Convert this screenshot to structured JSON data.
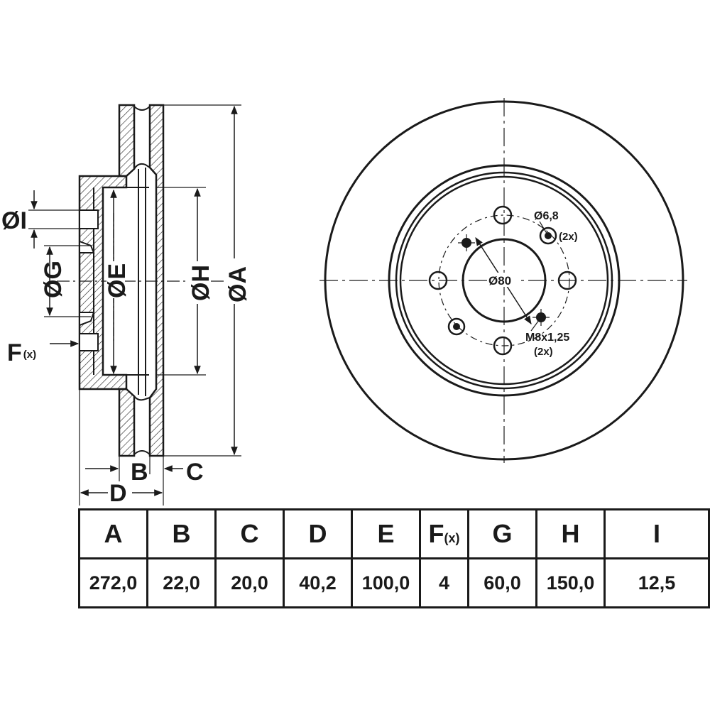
{
  "side_view_labels": {
    "dia_i": "ØI",
    "dia_g": "ØG",
    "dia_e": "ØE",
    "dia_h": "ØH",
    "dia_a": "ØA",
    "f_main": "F",
    "f_sub": "(x)",
    "b": "B",
    "c": "C",
    "d": "D"
  },
  "front_view_labels": {
    "bolt_hole": "Ø6,8",
    "bolt_hole_qty": "(2x)",
    "center_bore": "Ø80",
    "thread": "M8x1,25",
    "thread_qty": "(2x)"
  },
  "table": {
    "headers": [
      {
        "main": "A",
        "sub": ""
      },
      {
        "main": "B",
        "sub": ""
      },
      {
        "main": "C",
        "sub": ""
      },
      {
        "main": "D",
        "sub": ""
      },
      {
        "main": "E",
        "sub": ""
      },
      {
        "main": "F",
        "sub": "(x)"
      },
      {
        "main": "G",
        "sub": ""
      },
      {
        "main": "H",
        "sub": ""
      },
      {
        "main": "I",
        "sub": ""
      }
    ],
    "values": [
      "272,0",
      "22,0",
      "20,0",
      "40,2",
      "100,0",
      "4",
      "60,0",
      "150,0",
      "12,5"
    ]
  }
}
